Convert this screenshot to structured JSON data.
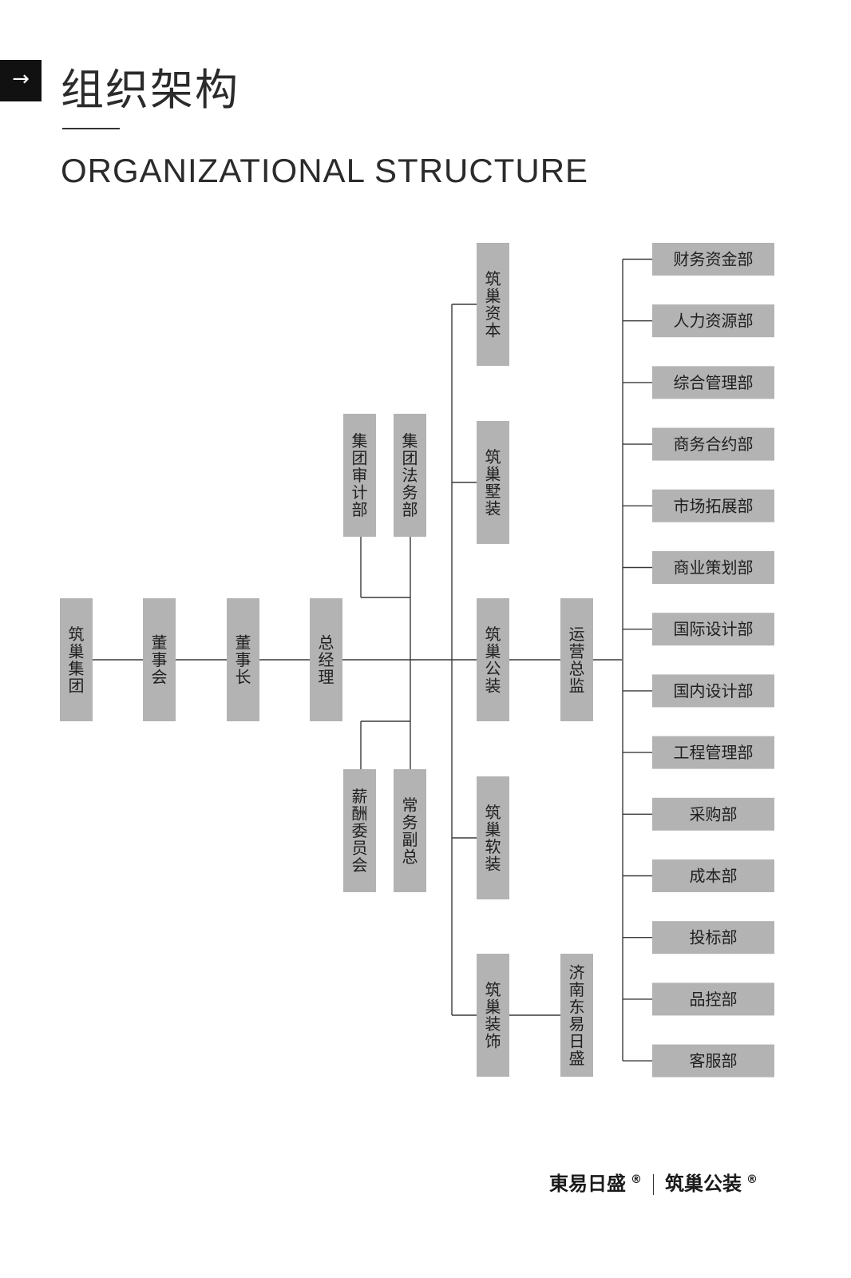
{
  "header": {
    "marker_glyph": "→",
    "title_cn": "组织架构",
    "title_en": "ORGANIZATIONAL STRUCTURE"
  },
  "org": {
    "chain": [
      "筑巢集团",
      "董事会",
      "董事长",
      "总经理"
    ],
    "gm_upper_units": [
      "集团审计部",
      "集团法务部"
    ],
    "gm_lower_units": [
      "薪酬委员会",
      "常务副总"
    ],
    "companies": [
      "筑巢资本",
      "筑巢墅装",
      "筑巢公装",
      "筑巢软装",
      "筑巢装饰"
    ],
    "operations_director": "运营总监",
    "jinan_branch": "济南东易日盛",
    "departments": [
      "财务资金部",
      "人力资源部",
      "综合管理部",
      "商务合约部",
      "市场拓展部",
      "商业策划部",
      "国际设计部",
      "国内设计部",
      "工程管理部",
      "采购部",
      "成本部",
      "投标部",
      "品控部",
      "客服部"
    ]
  },
  "colors": {
    "box_fill": "#b3b3b3",
    "line": "#3a3a3a",
    "marker": "#111111"
  },
  "footer": {
    "brand_1": "東易日盛",
    "brand_2": "筑巢公装",
    "registered_mark": "®"
  }
}
